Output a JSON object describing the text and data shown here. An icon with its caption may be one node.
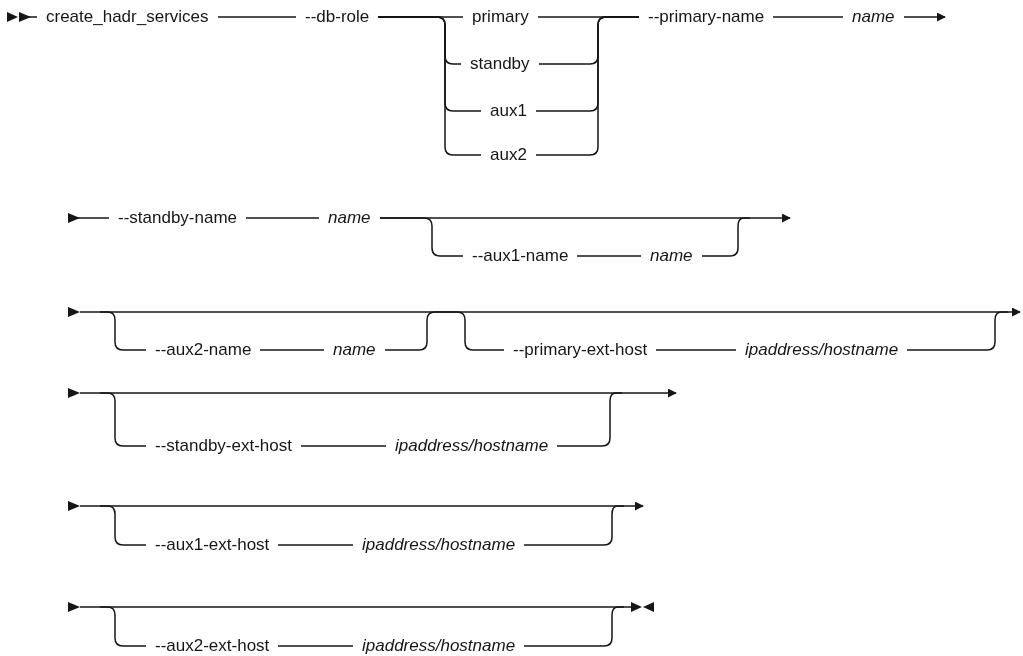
{
  "diagram": {
    "nodes": [
      {
        "text": [
          "create_hadr_services"
        ]
      },
      {
        "text": [
          "--db-role"
        ]
      },
      {
        "text": [
          "primary"
        ]
      },
      {
        "text": [
          "standby"
        ]
      },
      {
        "text": [
          "aux1"
        ]
      },
      {
        "text": [
          "aux2"
        ]
      },
      {
        "text": [
          "--primary-name"
        ]
      },
      {
        "text": [
          "name"
        ]
      },
      {
        "text": [
          "--standby-name"
        ]
      },
      {
        "text": [
          "name"
        ]
      },
      {
        "text": [
          "--aux1-name"
        ]
      },
      {
        "text": [
          "name"
        ]
      },
      {
        "text": [
          "--aux2-name"
        ]
      },
      {
        "text": [
          "name"
        ]
      },
      {
        "text": [
          "--primary-ext-host"
        ]
      },
      {
        "text": [
          "ipaddress/hostname"
        ]
      },
      {
        "text": [
          "--standby-ext-host"
        ]
      },
      {
        "text": [
          "ipaddress/hostname"
        ]
      },
      {
        "text": [
          "--aux1-ext-host"
        ]
      },
      {
        "text": [
          "ipaddress/hostname"
        ]
      },
      {
        "text": [
          "--aux2-ext-host"
        ]
      },
      {
        "text": [
          "ipaddress/hostname"
        ]
      }
    ],
    "edges": [
      {
        "from": 0,
        "to": null,
        "arrow": "to"
      },
      {
        "from": 0,
        "to": 1,
        "arrow": "none"
      },
      {
        "from": 1,
        "to": 2,
        "arrow": "none"
      },
      {
        "from": 1,
        "to": 3,
        "arrow": "none"
      },
      {
        "from": 1,
        "to": 4,
        "arrow": "none"
      },
      {
        "from": 1,
        "to": 5,
        "arrow": "none"
      },
      {
        "from": 2,
        "to": 6,
        "arrow": "none"
      },
      {
        "from": 3,
        "to": 6,
        "arrow": "none"
      },
      {
        "from": 4,
        "to": 6,
        "arrow": "none"
      },
      {
        "from": 5,
        "to": 6,
        "arrow": "none"
      },
      {
        "from": 6,
        "to": 7,
        "arrow": "none"
      },
      {
        "from": 7,
        "to": null,
        "arrow": "to"
      },
      {
        "from": 8,
        "to": null,
        "arrow": "to"
      },
      {
        "from": 8,
        "to": 9,
        "arrow": "none"
      },
      {
        "from": 9,
        "to": null,
        "arrow": "to"
      },
      {
        "from": 9,
        "to": 10,
        "arrow": "none"
      },
      {
        "from": 10,
        "to": 11,
        "arrow": "none"
      },
      {
        "from": 11,
        "to": null,
        "arrow": "none"
      },
      {
        "from": null,
        "to": 12,
        "arrow": "none"
      },
      {
        "from": 12,
        "to": 13,
        "arrow": "none"
      },
      {
        "from": 13,
        "to": 14,
        "arrow": "none"
      },
      {
        "from": 14,
        "to": 15,
        "arrow": "none"
      },
      {
        "from": 15,
        "to": null,
        "arrow": "none"
      },
      {
        "from": null,
        "to": 16,
        "arrow": "none"
      },
      {
        "from": 16,
        "to": 17,
        "arrow": "none"
      },
      {
        "from": 17,
        "to": null,
        "arrow": "none"
      },
      {
        "from": null,
        "to": 18,
        "arrow": "none"
      },
      {
        "from": 18,
        "to": 19,
        "arrow": "none"
      },
      {
        "from": 19,
        "to": null,
        "arrow": "none"
      },
      {
        "from": null,
        "to": 20,
        "arrow": "none"
      },
      {
        "from": 20,
        "to": 21,
        "arrow": "none"
      },
      {
        "from": 21,
        "to": null,
        "arrow": "none"
      }
    ]
  }
}
